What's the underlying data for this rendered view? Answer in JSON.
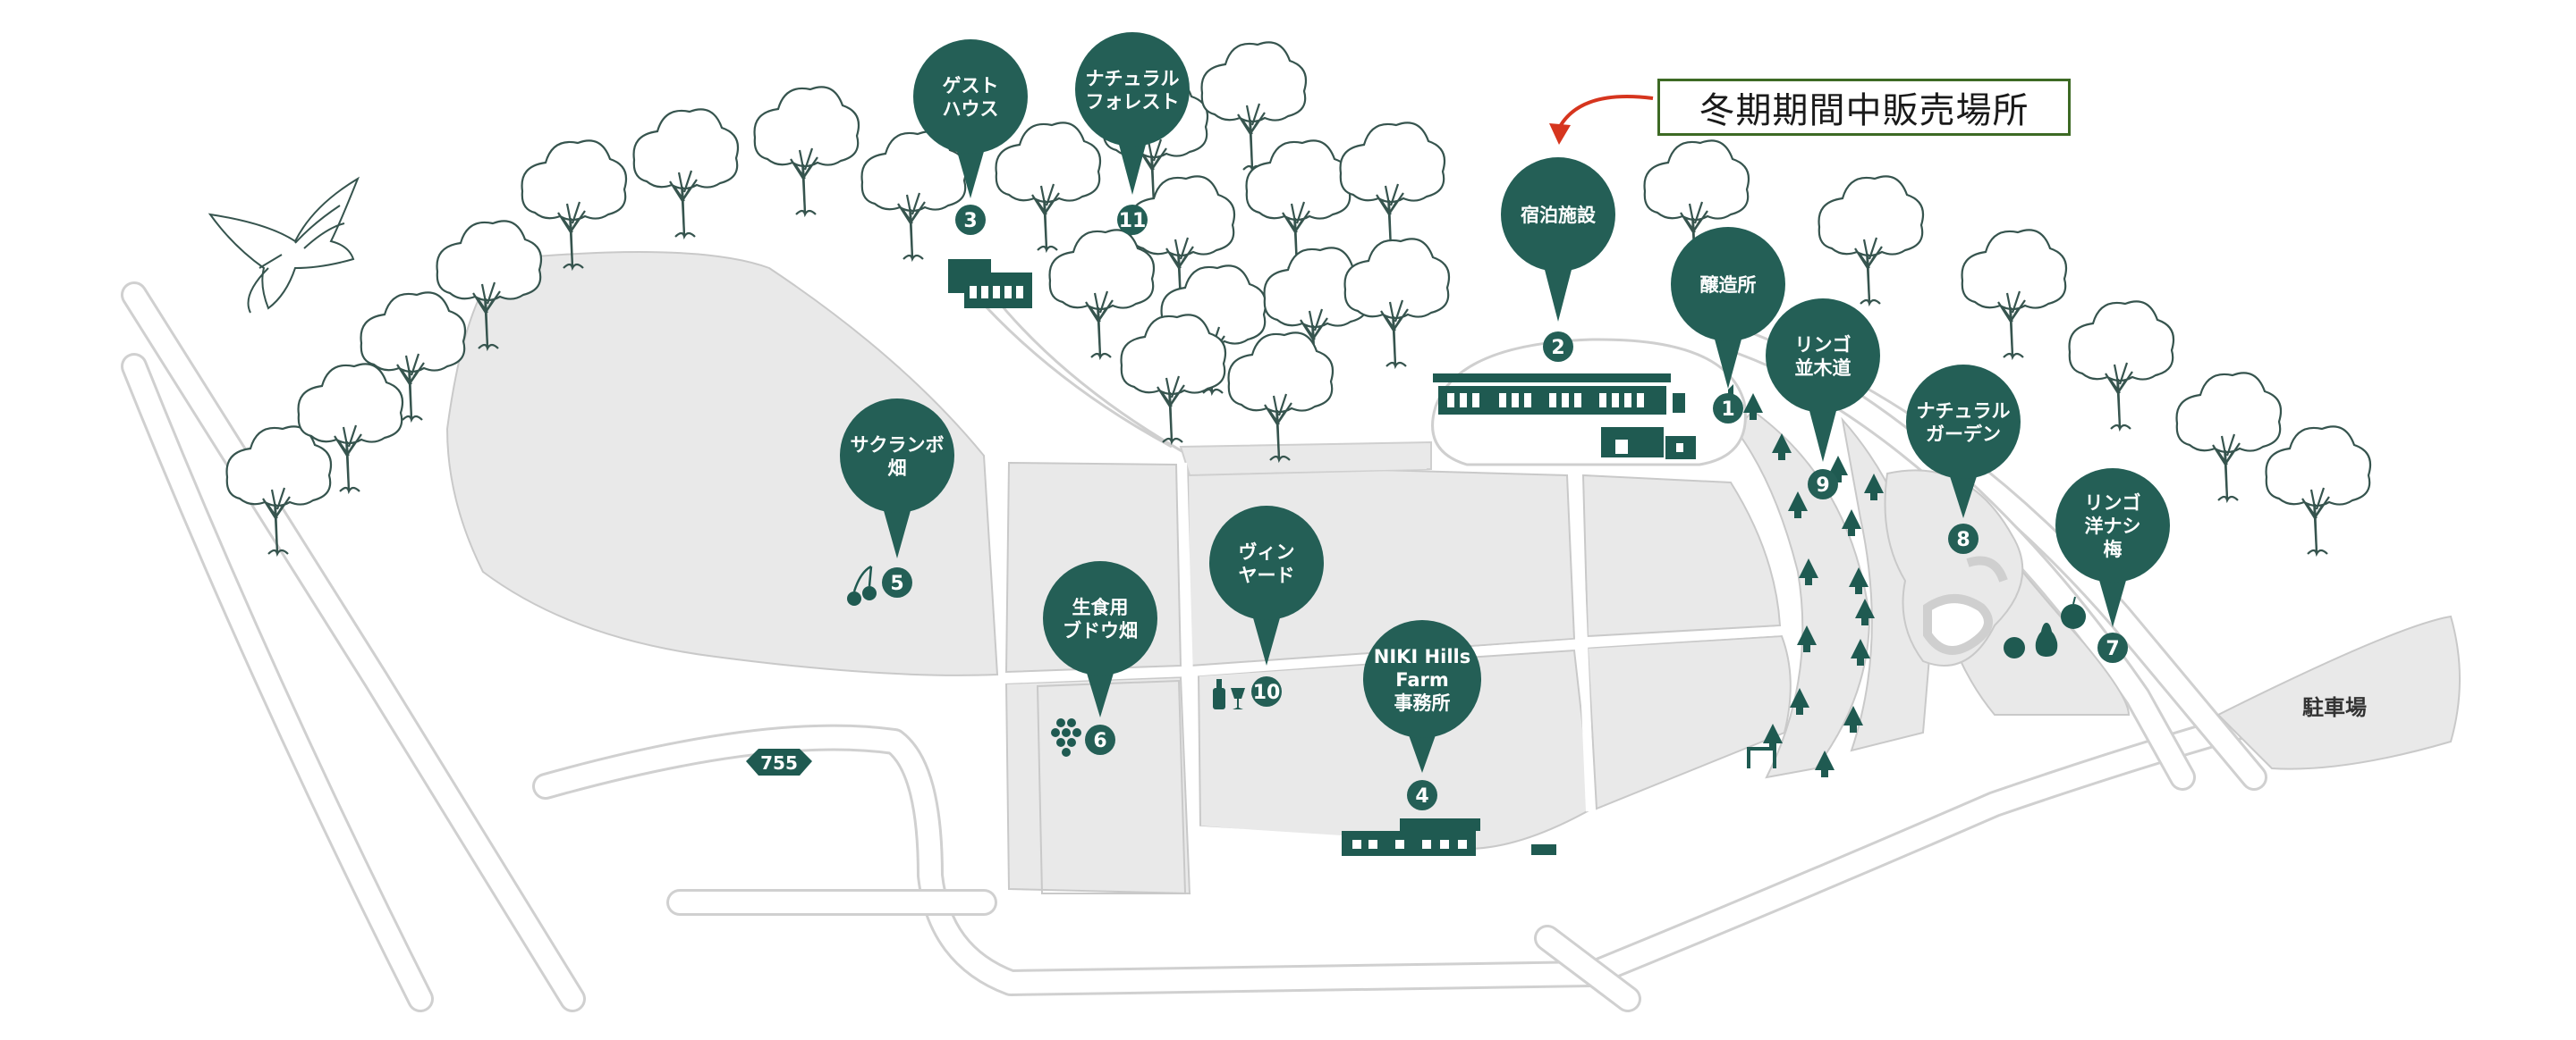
{
  "colors": {
    "pin": "#245f56",
    "field": "#e9e9e9",
    "road_edge": "#d0d0d0",
    "notice_border": "#3d6a24",
    "notice_arrow": "#d6351e"
  },
  "notice": {
    "text": "冬期期間中販売場所"
  },
  "route_sign": {
    "label": "755"
  },
  "parking": {
    "label": "駐車場"
  },
  "pins": [
    {
      "num": "1",
      "lines": [
        "醸造所"
      ],
      "icon": "winery-building-icon"
    },
    {
      "num": "2",
      "lines": [
        "宿泊施設"
      ],
      "icon": "lodging-building-icon"
    },
    {
      "num": "3",
      "lines": [
        "ゲスト",
        "ハウス"
      ],
      "icon": "guesthouse-building-icon"
    },
    {
      "num": "4",
      "lines": [
        "NIKI Hills",
        "Farm",
        "事務所"
      ],
      "icon": "office-building-icon"
    },
    {
      "num": "5",
      "lines": [
        "サクランボ",
        "畑"
      ],
      "icon": "cherry-icon"
    },
    {
      "num": "6",
      "lines": [
        "生食用",
        "ブドウ畑"
      ],
      "icon": "grape-icon"
    },
    {
      "num": "7",
      "lines": [
        "リンゴ",
        "洋ナシ",
        "梅"
      ],
      "icon": "apple-pear-icon"
    },
    {
      "num": "8",
      "lines": [
        "ナチュラル",
        "ガーデン"
      ],
      "icon": "garden-path-icon"
    },
    {
      "num": "9",
      "lines": [
        "リンゴ",
        "並木道"
      ],
      "icon": "tree-row-icon"
    },
    {
      "num": "10",
      "lines": [
        "ヴィン",
        "ヤード"
      ],
      "icon": "wine-bottle-glass-icon"
    },
    {
      "num": "11",
      "lines": [
        "ナチュラル",
        "フォレスト"
      ],
      "icon": "forest-icon"
    }
  ]
}
